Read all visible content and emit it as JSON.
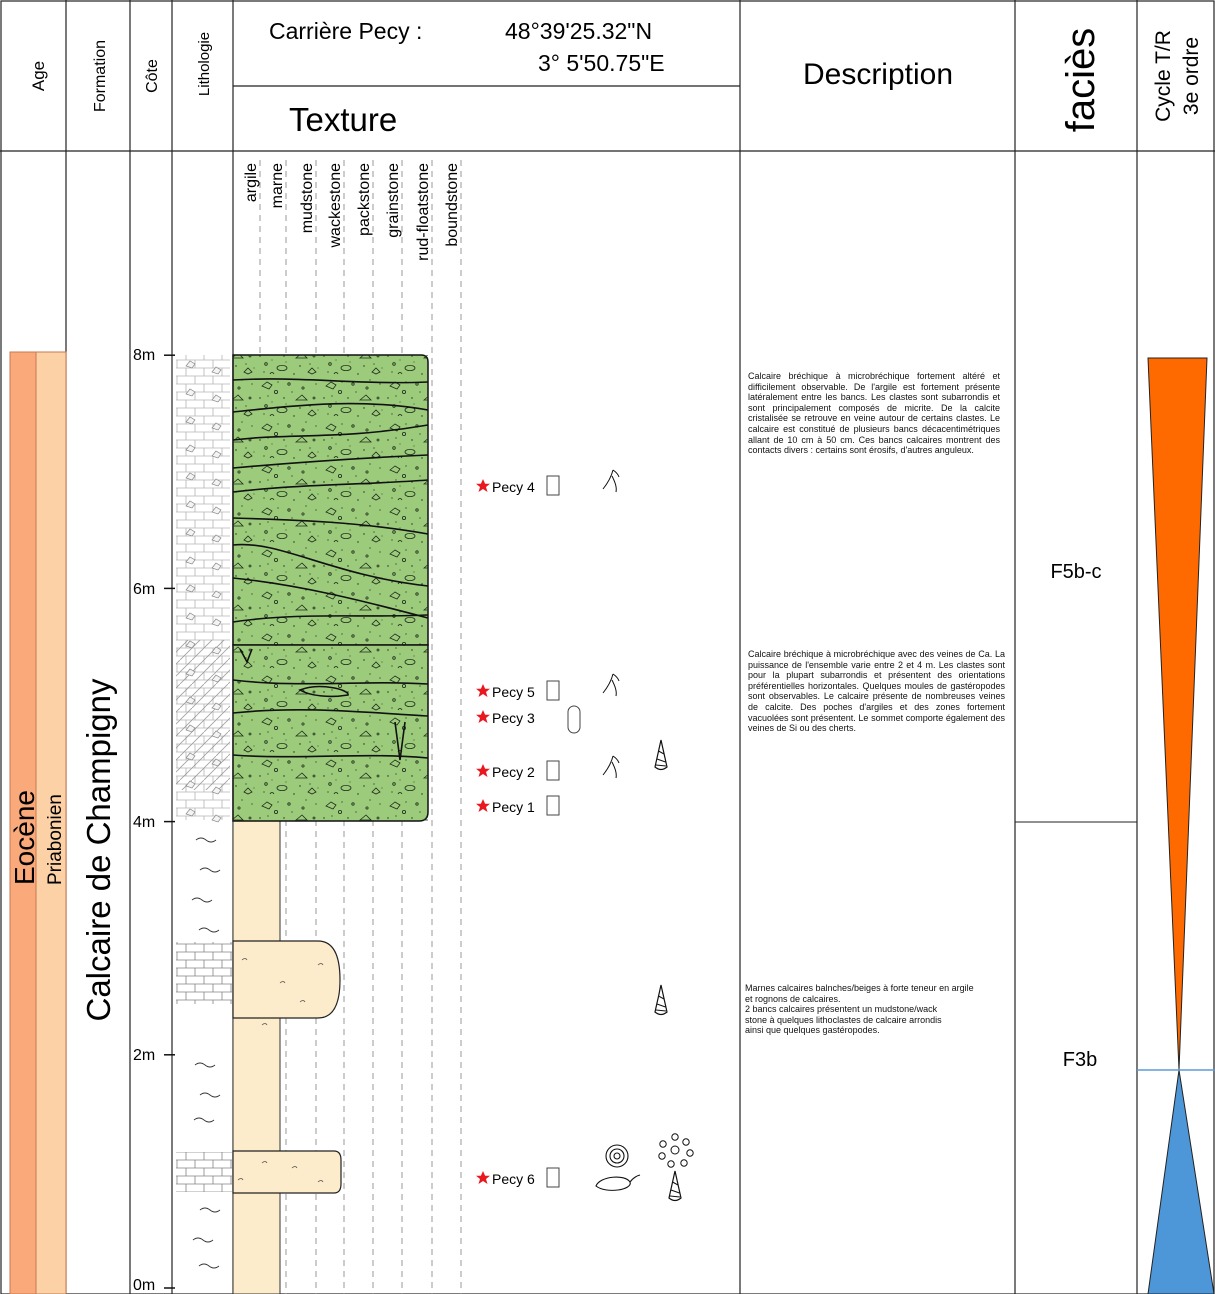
{
  "header": {
    "age": "Age",
    "formation": "Formation",
    "cote": "Côte",
    "lithologie": "Lithologie",
    "site": "Carrière Pecy :",
    "lat": "48°39'25.32\"N",
    "lon": "3° 5'50.75\"E",
    "texture": "Texture",
    "description": "Description",
    "facies": "faciès",
    "cycle_1": "Cycle T/R",
    "cycle_2": "3e ordre"
  },
  "stratigraphy": {
    "epoch": "Eocène",
    "stage": "Priabonien",
    "formation": "Calcaire de Champigny"
  },
  "scale": [
    "8m",
    "6m",
    "4m",
    "2m",
    "0m"
  ],
  "texture_classes": [
    "argile",
    "marne",
    "mudstone",
    "wackestone",
    "packstone",
    "grainstone",
    "rud-floatstone",
    "boundstone"
  ],
  "samples": [
    {
      "label": "Pecy 4",
      "height_m": 7.0
    },
    {
      "label": "Pecy 5",
      "height_m": 5.1
    },
    {
      "label": "Pecy 3",
      "height_m": 4.85
    },
    {
      "label": "Pecy 2",
      "height_m": 4.35
    },
    {
      "label": "Pecy 1",
      "height_m": 3.95
    },
    {
      "label": "Pecy 6",
      "height_m": 0.95
    }
  ],
  "facies": [
    "F5b-c",
    "F3b"
  ],
  "descriptions": [
    "Calcaire bréchique à microbréchique fortement altéré et difficilement observable. De l'argile est fortement présente latéralement entre les bancs. Les clastes sont subarrondis et sont principalement composés de micrite. De la calcite cristalisée se retrouve en veine autour de certains clastes. Le calcaire est constitué de plusieurs bancs décacentimétriques allant de 10 cm à 50 cm. Ces bancs calcaires montrent des contacts divers : certains sont érosifs, d'autres anguleux.",
    "Calcaire bréchique à microbréchique avec des veines de Ca. La puissance de l'ensemble varie entre 2 et 4 m. Les clastes sont pour la plupart subarrondis et présentent des orientations préférentielles horizontales. Quelques moules de gastéropodes sont observables. Le calcaire présente de nombreuses veines de calcite. Des poches d'argiles et des zones fortement vacuolées sont présentent. Le sommet comporte également des veines de Si ou des cherts.",
    "Marnes calcaires balnches/beiges à forte teneur en argile\net rognons de calcaires.\n2 bancs calcaires présentent un mudstone/wack\nstone à quelques lithoclastes de calcaire arrondis\nainsi que quelques gastéropodes."
  ],
  "colors": {
    "breccia": "#9ccb7c",
    "marl": "#fdeccb",
    "epoch": "#f9a97a",
    "stage": "#fdd1a6",
    "transgressive": "#ff6a00",
    "regressive": "#4d97d8",
    "sample_star": "#e8181e",
    "maximum_flooding_line": "#5b9bd5"
  },
  "icons": [
    "sample-star-icon",
    "sample-box-icon",
    "root-trace-icon",
    "gastropod-icon",
    "ammonite-icon",
    "oncoid-icon",
    "lithoclast-icon"
  ]
}
